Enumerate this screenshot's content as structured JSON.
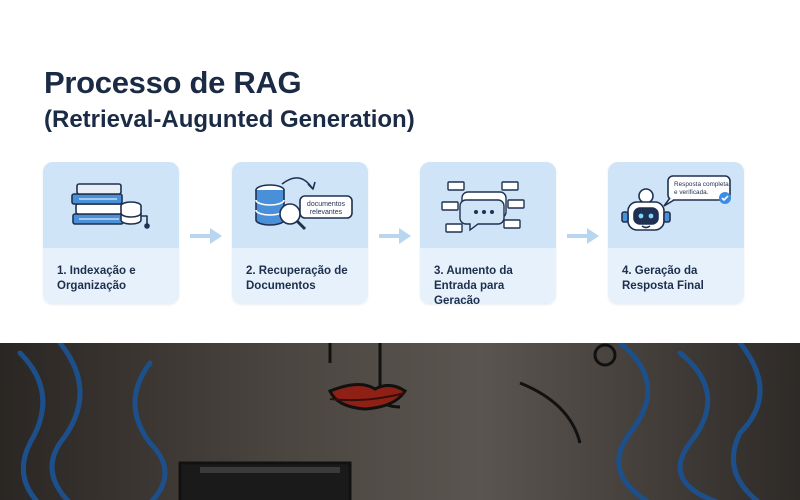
{
  "title": {
    "line1": "Processo de RAG",
    "line2": "(Retrieval-Augunted Generation)"
  },
  "steps": [
    {
      "label_line1": "1. Indexação e",
      "label_line2": "Organização",
      "icon": "books-database-icon"
    },
    {
      "label_line1": "2. Recuperação de",
      "label_line2": "Documentos",
      "icon": "database-search-icon",
      "bubble_line1": "documentos",
      "bubble_line2": "relevantes"
    },
    {
      "label_line1": "3. Aumento da",
      "label_line2": "Entrada para Geração",
      "icon": "chat-bubbles-icon"
    },
    {
      "label_line1": "4. Geração da",
      "label_line2": "Resposta Final",
      "icon": "robot-icon",
      "bubble_line1": "Resposta completa",
      "bubble_line2": "e verificada."
    }
  ],
  "colors": {
    "title": "#1b2b45",
    "card_top": "#cfe4f7",
    "card_bottom": "#e6f1fb",
    "arrow": "#b9d6f0",
    "icon_stroke": "#1f3050",
    "icon_blue": "#4a90d9"
  },
  "background_image": "abstract-painted-face-artwork"
}
